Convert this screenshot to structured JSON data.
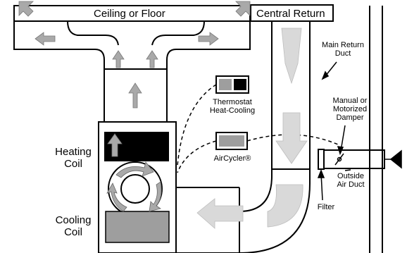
{
  "labels": {
    "ceiling_or_floor": "Ceiling or Floor",
    "central_return": "Central Return",
    "main_return_duct_1": "Main Return",
    "main_return_duct_2": "Duct",
    "manual_damper_1": "Manual or",
    "manual_damper_2": "Motorized",
    "manual_damper_3": "Damper",
    "thermostat_1": "Thermostat",
    "thermostat_2": "Heat-Cooling",
    "aircycler": "AirCycler®",
    "heating_coil_1": "Heating",
    "heating_coil_2": "Coil",
    "cooling_coil_1": "Cooling",
    "cooling_coil_2": "Coil",
    "outside_air_duct_1": "Outside",
    "outside_air_duct_2": "Air Duct",
    "filter": "Filter"
  },
  "colors": {
    "line": "#000000",
    "arrow": "#a9a9a9",
    "return_arrow": "#d9d9d9",
    "panel_gray": "#9e9e9e"
  }
}
